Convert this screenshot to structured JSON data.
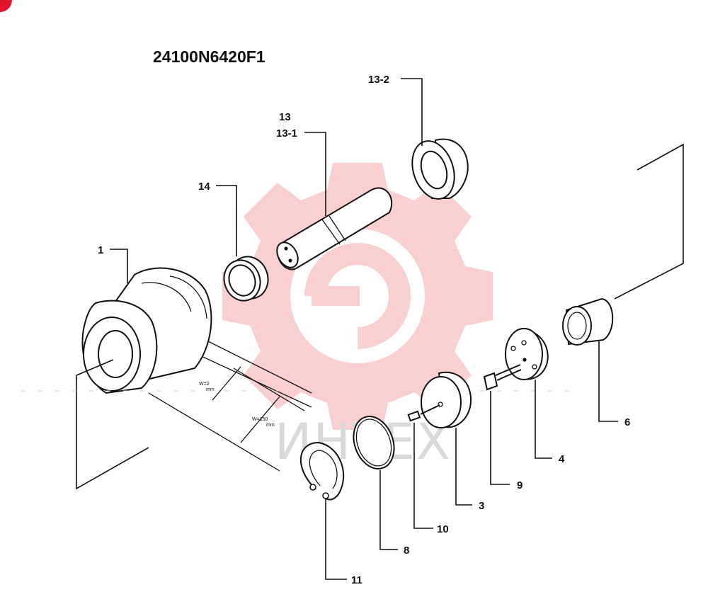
{
  "title": "24100N6420F1",
  "watermark": {
    "text": "ИНТЕХ",
    "logo_color": "#f5a8a8",
    "text_color": "#d9d9d9",
    "logo_icon": "gear-wrench-logo"
  },
  "corner_badge_color": "#e3122d",
  "dimensions": {
    "small": "W=2",
    "small_unit": "mm",
    "large": "W=150",
    "large_unit": "mm"
  },
  "callouts": {
    "c1": "1",
    "c3": "3",
    "c4": "4",
    "c6": "6",
    "c8": "8",
    "c9": "9",
    "c10": "10",
    "c11": "11",
    "c13": "13",
    "c13_1": "13-1",
    "c13_2": "13-2",
    "c14": "14"
  }
}
